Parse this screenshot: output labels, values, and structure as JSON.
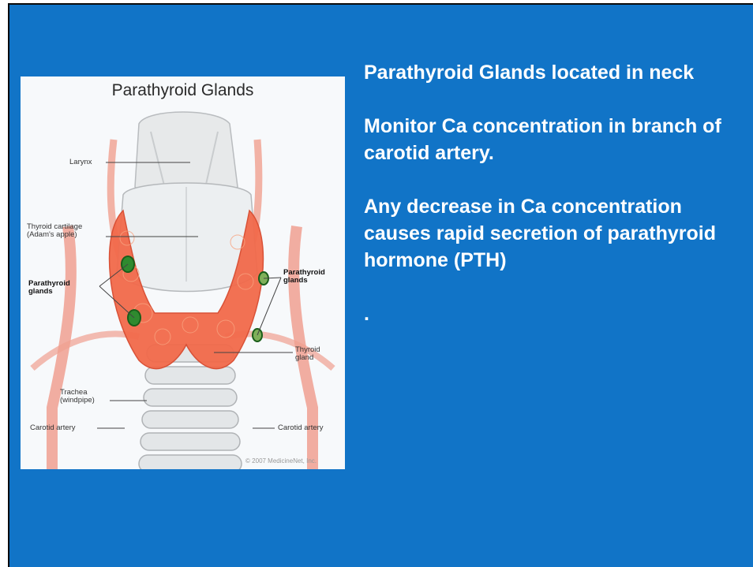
{
  "figure": {
    "title": "Parathyroid Glands",
    "labels": {
      "larynx": "Larynx",
      "thyroid_cartilage": "Thyroid cartilage\n(Adam's apple)",
      "parathyroid_left": "Parathyroid\nglands",
      "parathyroid_right": "Parathyroid\nglands",
      "thyroid_gland": "Thyroid\ngland",
      "trachea": "Trachea\n(windpipe)",
      "carotid_left": "Carotid artery",
      "carotid_right": "Carotid artery"
    },
    "credit": "© 2007 MedicineNet, Inc."
  },
  "bullets": [
    "Parathyroid Glands located in neck",
    "Monitor Ca concentration in branch of carotid artery.",
    "Any decrease in Ca concentration causes rapid secretion of parathyroid hormone (PTH)"
  ],
  "trailing": ".",
  "colors": {
    "slide_background": "#1174c7",
    "text": "#ffffff",
    "thyroid": "#f26a4b",
    "parathyroid": "#2f8a2f",
    "artery": "#f0a090"
  }
}
